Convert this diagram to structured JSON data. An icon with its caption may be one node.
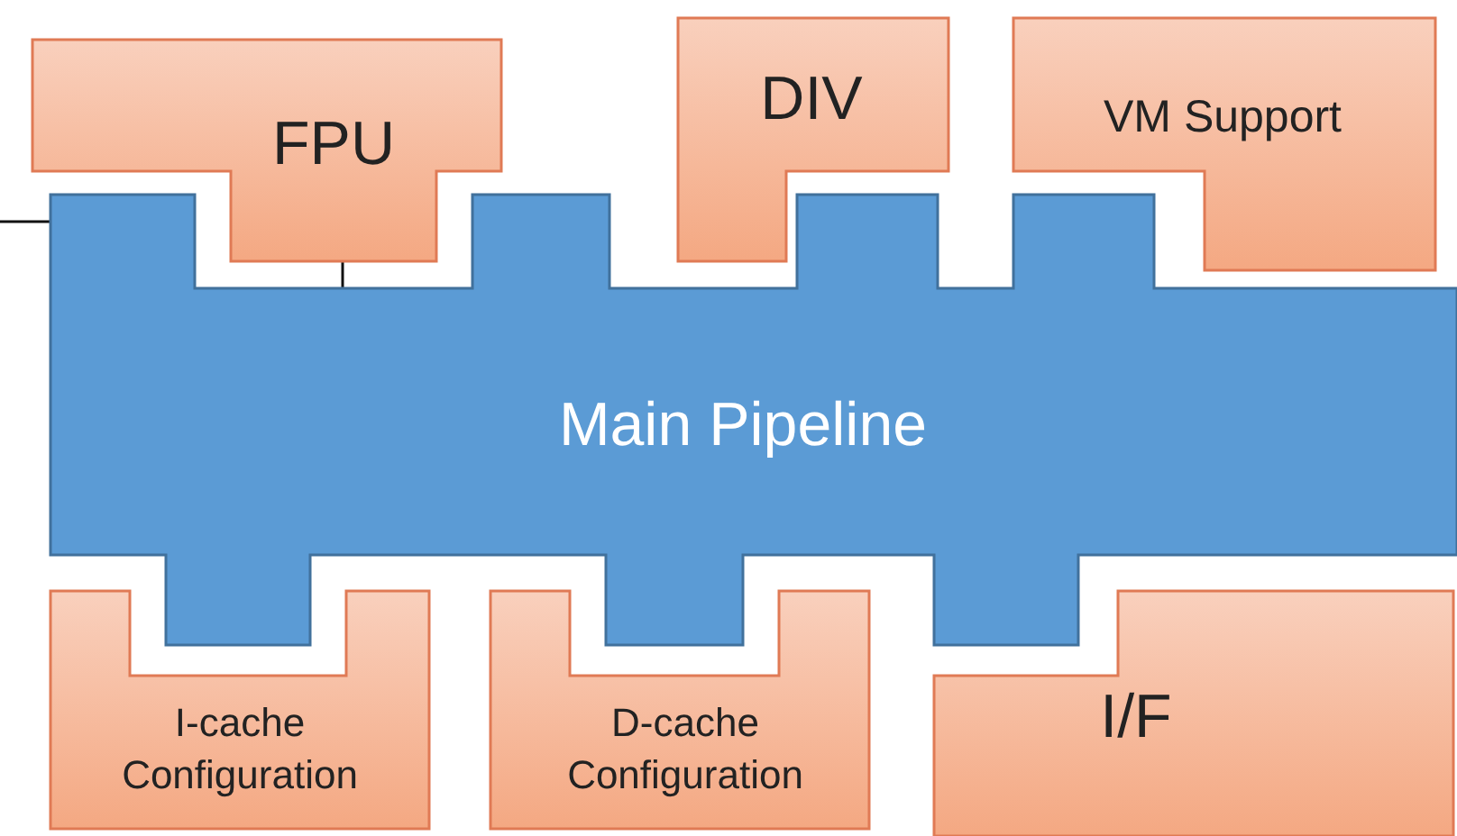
{
  "diagram": {
    "nodes": [
      {
        "text": [
          "FPU"
        ]
      },
      {
        "text": [
          "DIV"
        ]
      },
      {
        "text": [
          "VM Support"
        ]
      },
      {
        "text": [
          "Main Pipeline"
        ]
      },
      {
        "text": [
          "I-cache Configuration"
        ]
      },
      {
        "text": [
          "D-cache Configuration"
        ]
      },
      {
        "text": [
          "I/F"
        ]
      }
    ],
    "edges": [
      {
        "from": null,
        "to": 3,
        "arrow": "none"
      },
      {
        "from": 0,
        "to": 3,
        "arrow": "none"
      }
    ]
  }
}
